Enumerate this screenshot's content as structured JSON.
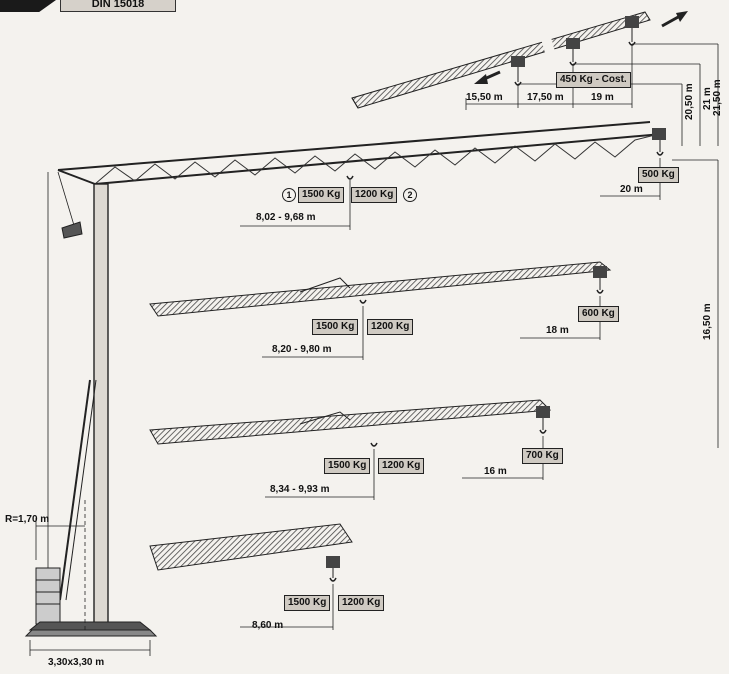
{
  "header": {
    "standard": "DIN 15018"
  },
  "config_top": {
    "load_box": "450 Kg - Cost.",
    "distances": [
      "15,50 m",
      "17,50 m",
      "19 m"
    ],
    "heights": [
      "20,50 m",
      "21 m",
      "21,50 m"
    ]
  },
  "config_20": {
    "circle_1": "1",
    "circle_2": "2",
    "load_1": "1500 Kg",
    "load_2": "1200 Kg",
    "range": "8,02 - 9,68 m",
    "tip_load": "500 Kg",
    "tip_distance": "20 m"
  },
  "config_18": {
    "load_1": "1500 Kg",
    "load_2": "1200 Kg",
    "range": "8,20 - 9,80 m",
    "tip_load": "600 Kg",
    "tip_distance": "18 m"
  },
  "config_16": {
    "load_1": "1500 Kg",
    "load_2": "1200 Kg",
    "range": "8,34 - 9,93 m",
    "tip_load": "700 Kg",
    "tip_distance": "16 m"
  },
  "config_short": {
    "load_1": "1500 Kg",
    "load_2": "1200 Kg",
    "range": "8,60 m"
  },
  "mast": {
    "height": "16,50 m",
    "radius": "R=1,70 m",
    "base": "3,30x3,30 m"
  }
}
